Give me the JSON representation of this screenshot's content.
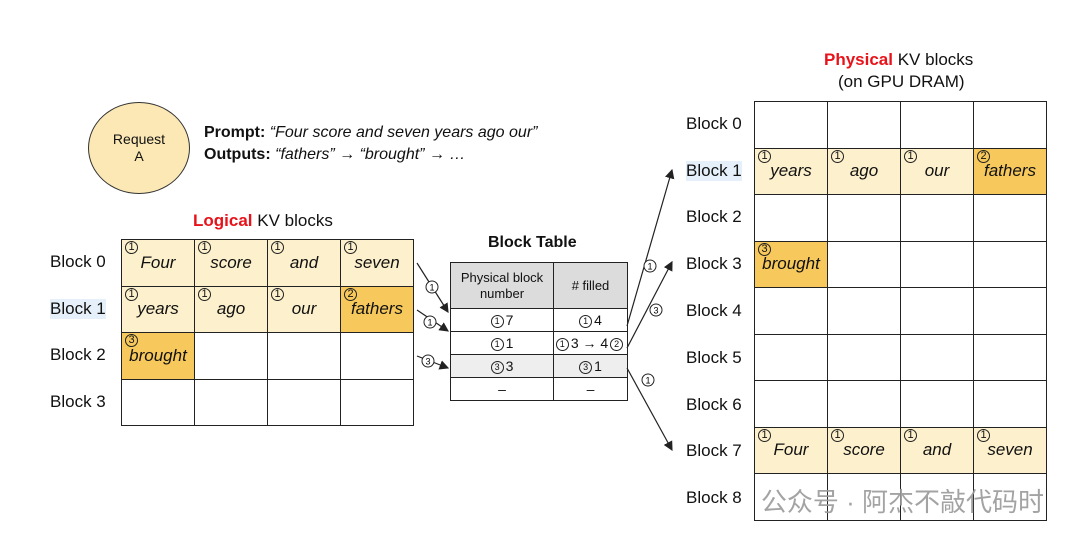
{
  "request": {
    "line1": "Request",
    "line2": "A"
  },
  "prompt": {
    "label": "Prompt:",
    "text": "“Four score and seven years ago our”"
  },
  "outputs": {
    "label": "Outputs:",
    "text": "“fathers” → “brought” → …"
  },
  "logical": {
    "title_accent": "Logical",
    "title_rest": " KV blocks",
    "rows": [
      {
        "label": "Block 0",
        "cells": [
          {
            "n": "1",
            "t": "Four",
            "s": "filled"
          },
          {
            "n": "1",
            "t": "score",
            "s": "filled"
          },
          {
            "n": "1",
            "t": "and",
            "s": "filled"
          },
          {
            "n": "1",
            "t": "seven",
            "s": "filled"
          }
        ]
      },
      {
        "label": "Block 1",
        "cells": [
          {
            "n": "1",
            "t": "years",
            "s": "filled"
          },
          {
            "n": "1",
            "t": "ago",
            "s": "filled"
          },
          {
            "n": "1",
            "t": "our",
            "s": "filled"
          },
          {
            "n": "2",
            "t": "fathers",
            "s": "new"
          }
        ]
      },
      {
        "label": "Block 2",
        "cells": [
          {
            "n": "3",
            "t": "brought",
            "s": "new"
          },
          {
            "n": "",
            "t": "",
            "s": ""
          },
          {
            "n": "",
            "t": "",
            "s": ""
          },
          {
            "n": "",
            "t": "",
            "s": ""
          }
        ]
      },
      {
        "label": "Block 3",
        "cells": [
          {
            "n": "",
            "t": "",
            "s": ""
          },
          {
            "n": "",
            "t": "",
            "s": ""
          },
          {
            "n": "",
            "t": "",
            "s": ""
          },
          {
            "n": "",
            "t": "",
            "s": ""
          }
        ]
      }
    ]
  },
  "block_table": {
    "title": "Block Table",
    "col1": "Physical block number",
    "col2": "# filled",
    "rows": [
      {
        "c1n": "1",
        "c1": "7",
        "c2n": "1",
        "c2": "4",
        "c2tail": ""
      },
      {
        "c1n": "1",
        "c1": "1",
        "c2n": "1",
        "c2": "3 → 4",
        "c2tail": "2"
      },
      {
        "c1n": "3",
        "c1": "3",
        "c2n": "3",
        "c2": "1",
        "c2tail": ""
      },
      {
        "c1n": "",
        "c1": "–",
        "c2n": "",
        "c2": "–",
        "c2tail": ""
      }
    ]
  },
  "physical": {
    "title_accent": "Physical",
    "title_rest": " KV blocks",
    "subtitle": "(on GPU DRAM)",
    "rows": [
      {
        "label": "Block 0",
        "cells": [
          {
            "n": "",
            "t": "",
            "s": ""
          },
          {
            "n": "",
            "t": "",
            "s": ""
          },
          {
            "n": "",
            "t": "",
            "s": ""
          },
          {
            "n": "",
            "t": "",
            "s": ""
          }
        ]
      },
      {
        "label": "Block 1",
        "cells": [
          {
            "n": "1",
            "t": "years",
            "s": "filled"
          },
          {
            "n": "1",
            "t": "ago",
            "s": "filled"
          },
          {
            "n": "1",
            "t": "our",
            "s": "filled"
          },
          {
            "n": "2",
            "t": "fathers",
            "s": "new"
          }
        ]
      },
      {
        "label": "Block 2",
        "cells": [
          {
            "n": "",
            "t": "",
            "s": ""
          },
          {
            "n": "",
            "t": "",
            "s": ""
          },
          {
            "n": "",
            "t": "",
            "s": ""
          },
          {
            "n": "",
            "t": "",
            "s": ""
          }
        ]
      },
      {
        "label": "Block 3",
        "cells": [
          {
            "n": "3",
            "t": "brought",
            "s": "new"
          },
          {
            "n": "",
            "t": "",
            "s": ""
          },
          {
            "n": "",
            "t": "",
            "s": ""
          },
          {
            "n": "",
            "t": "",
            "s": ""
          }
        ]
      },
      {
        "label": "Block 4",
        "cells": [
          {
            "n": "",
            "t": "",
            "s": ""
          },
          {
            "n": "",
            "t": "",
            "s": ""
          },
          {
            "n": "",
            "t": "",
            "s": ""
          },
          {
            "n": "",
            "t": "",
            "s": ""
          }
        ]
      },
      {
        "label": "Block 5",
        "cells": [
          {
            "n": "",
            "t": "",
            "s": ""
          },
          {
            "n": "",
            "t": "",
            "s": ""
          },
          {
            "n": "",
            "t": "",
            "s": ""
          },
          {
            "n": "",
            "t": "",
            "s": ""
          }
        ]
      },
      {
        "label": "Block 6",
        "cells": [
          {
            "n": "",
            "t": "",
            "s": ""
          },
          {
            "n": "",
            "t": "",
            "s": ""
          },
          {
            "n": "",
            "t": "",
            "s": ""
          },
          {
            "n": "",
            "t": "",
            "s": ""
          }
        ]
      },
      {
        "label": "Block 7",
        "cells": [
          {
            "n": "1",
            "t": "Four",
            "s": "filled"
          },
          {
            "n": "1",
            "t": "score",
            "s": "filled"
          },
          {
            "n": "1",
            "t": "and",
            "s": "filled"
          },
          {
            "n": "1",
            "t": "seven",
            "s": "filled"
          }
        ]
      },
      {
        "label": "Block 8",
        "cells": [
          {
            "n": "",
            "t": "",
            "s": ""
          },
          {
            "n": "",
            "t": "",
            "s": ""
          },
          {
            "n": "",
            "t": "",
            "s": ""
          },
          {
            "n": "",
            "t": "",
            "s": ""
          }
        ]
      }
    ]
  },
  "arrow_labels": [
    "1",
    "1",
    "3",
    "1",
    "3",
    "1"
  ],
  "watermark": "公众号 · 阿杰不敲代码时",
  "colors": {
    "accent_red": "#e8131a",
    "filled": "#fdf0cc",
    "new": "#f7c95c",
    "request": "#fbe8b5"
  }
}
